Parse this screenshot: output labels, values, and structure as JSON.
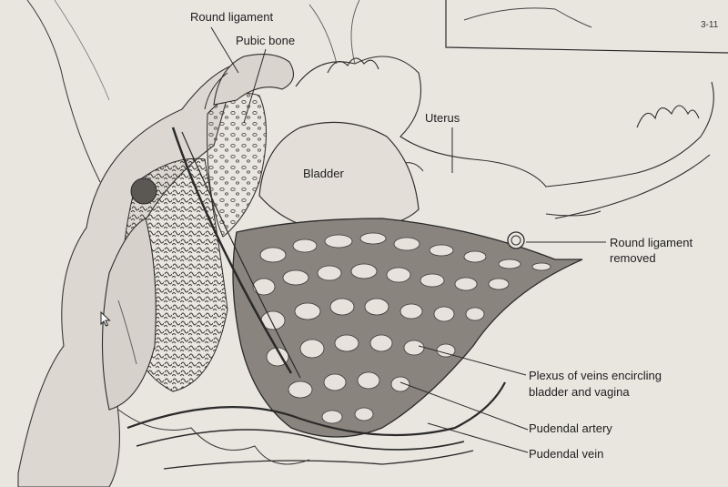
{
  "figure": {
    "number": "3-11",
    "labels": {
      "round_ligament": "Round ligament",
      "pubic_bone": "Pubic bone",
      "uterus": "Uterus",
      "bladder": "Bladder",
      "round_ligament_removed_1": "Round ligament",
      "round_ligament_removed_2": "removed",
      "plexus_1": "Plexus of veins encircling",
      "plexus_2": "bladder and vagina",
      "pudendal_artery": "Pudendal artery",
      "pudendal_vein": "Pudendal vein"
    }
  },
  "colors": {
    "paper": "#e9e6e0",
    "ink": "#2a2a2a",
    "vein_fill": "#7d7874",
    "tissue_fill": "#cfcac3"
  },
  "icons": {
    "cursor": "mouse-pointer-icon"
  }
}
